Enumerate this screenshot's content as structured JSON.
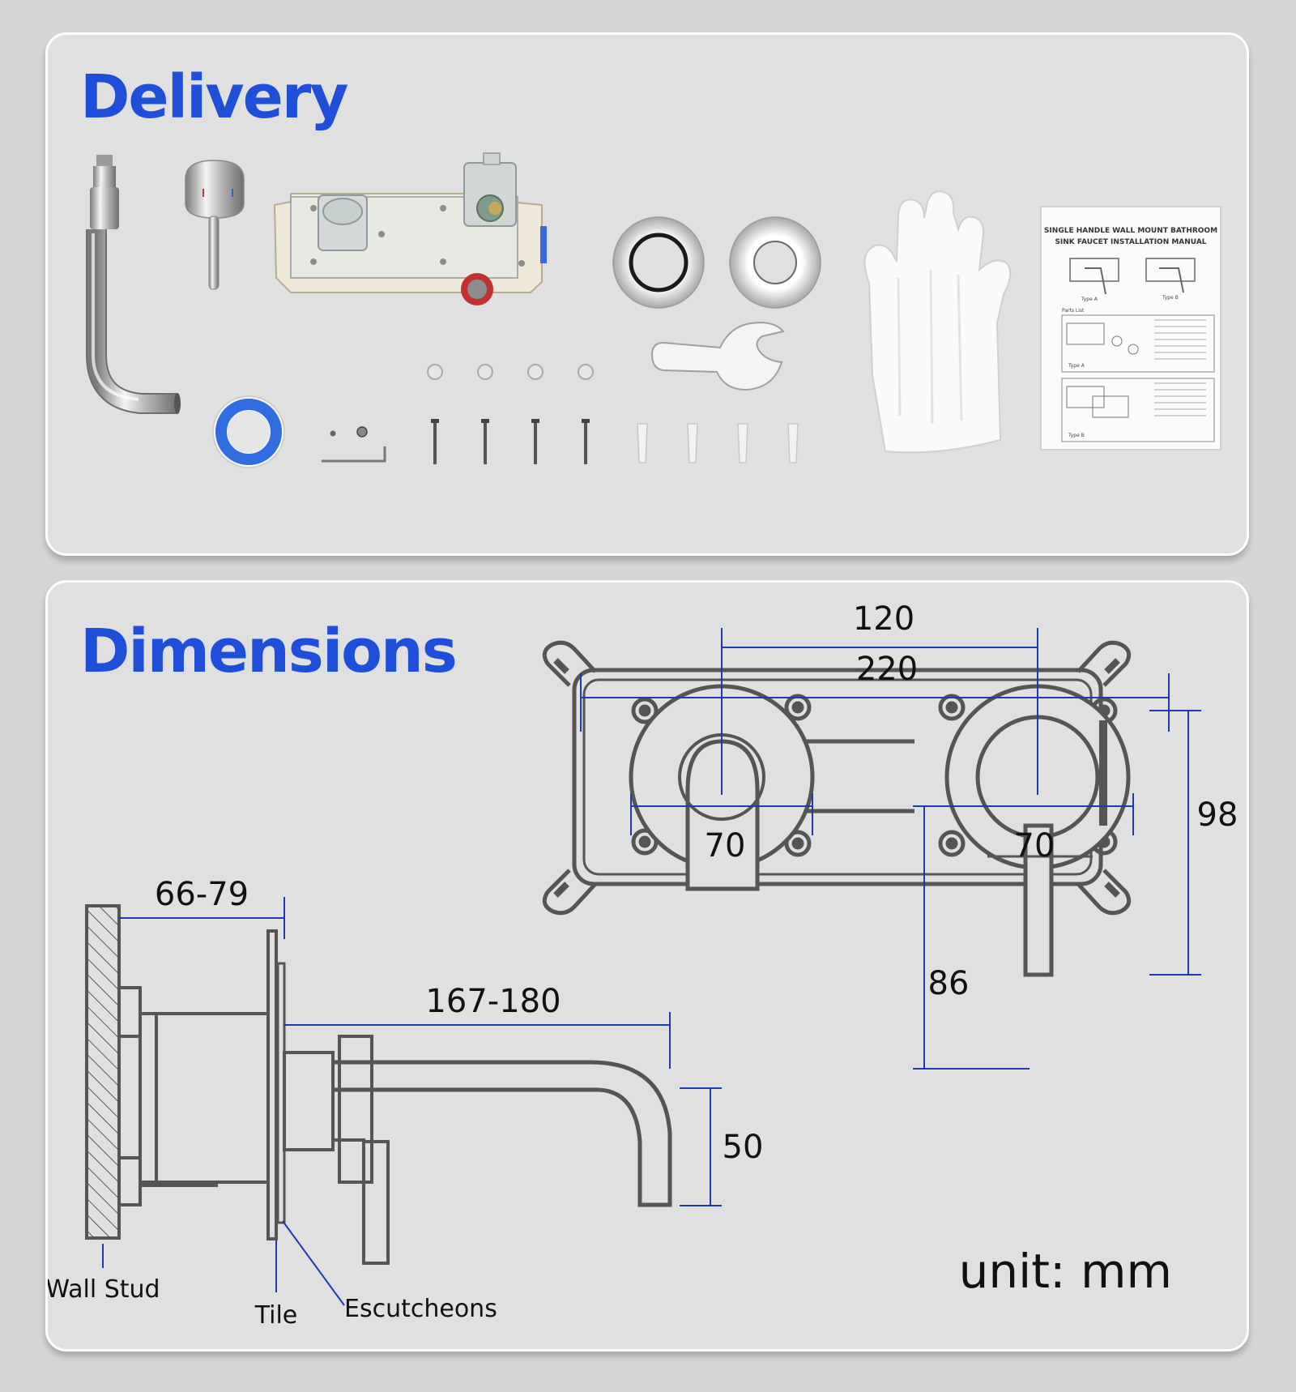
{
  "delivery": {
    "heading": "Delivery"
  },
  "manual": {
    "title_line1": "SINGLE HANDLE WALL MOUNT BATHROOM",
    "title_line2": "SINK FAUCET INSTALLATION MANUAL",
    "type_a": "Type A",
    "type_b": "Type B",
    "parts_list": "Parts List"
  },
  "dimensions": {
    "heading": "Dimensions",
    "dim_120": "120",
    "dim_220": "220",
    "dim_98": "98",
    "dim_70_left": "70",
    "dim_70_right": "70",
    "dim_86": "86",
    "dim_66_79": "66-79",
    "dim_167_180": "167-180",
    "dim_50": "50",
    "label_wall_stud": "Wall Stud",
    "label_tile": "Tile",
    "label_escutcheons": "Escutcheons",
    "unit": "unit: mm"
  },
  "colors": {
    "heading_blue": "#1f4fd8",
    "dimension_line": "#1c3bb0",
    "drawing_stroke": "#555555"
  }
}
